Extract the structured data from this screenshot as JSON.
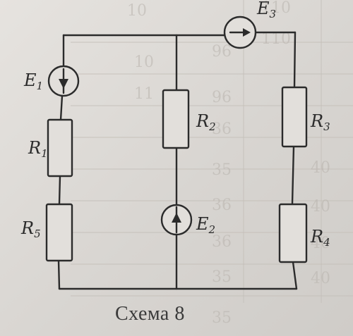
{
  "caption": "Схема 8",
  "labels": {
    "E1": {
      "main": "E",
      "sub": "1"
    },
    "E2": {
      "main": "E",
      "sub": "2"
    },
    "E3": {
      "main": "E",
      "sub": "3"
    },
    "R1": {
      "main": "R",
      "sub": "1"
    },
    "R2": {
      "main": "R",
      "sub": "2"
    },
    "R3": {
      "main": "R",
      "sub": "3"
    },
    "R4": {
      "main": "R",
      "sub": "4"
    },
    "R5": {
      "main": "R",
      "sub": "5"
    }
  },
  "background_table": [
    "110",
    "10",
    "110",
    "96",
    "10",
    "96",
    "11",
    "36",
    "40",
    "35",
    "40",
    "36",
    "40",
    "36",
    "40",
    "35",
    "35"
  ],
  "colors": {
    "ink": "#2b2b2b",
    "paper": "#dcd9d5"
  }
}
